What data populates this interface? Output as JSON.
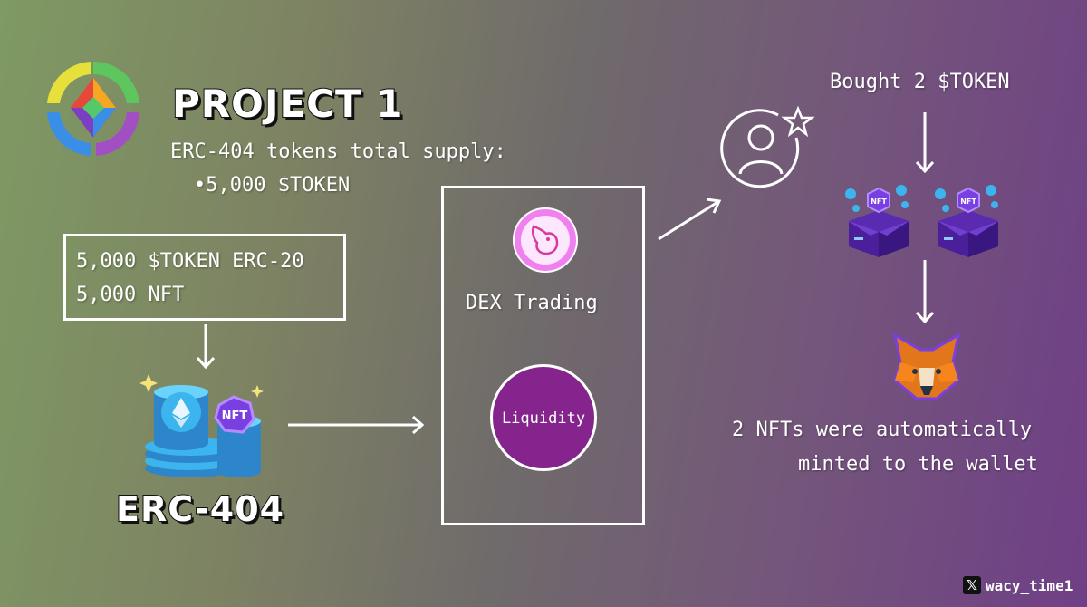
{
  "project": {
    "title": "PROJECT 1",
    "supply_heading": "ERC-404 tokens total supply:",
    "supply_item": "•5,000 $TOKEN"
  },
  "token_box": {
    "line1": "5,000 $TOKEN ERC-20",
    "line2": "5,000 NFT"
  },
  "erc404": {
    "label": "ERC-404"
  },
  "dex": {
    "trading_label": "DEX Trading",
    "liquidity_label": "Liquidity"
  },
  "buyer": {
    "bought_text": "Bought 2 $TOKEN",
    "nft_badge": "NFT",
    "result_line1": "2 NFTs were automatically",
    "result_line2": "minted to the wallet"
  },
  "credit": {
    "handle": "wacy_time1"
  },
  "colors": {
    "liquidity_purple": "#85248c",
    "uniswap_pink": "#f07ff0",
    "nft_purple": "#7a3fe0",
    "coin_blue": "#3cb5ee"
  }
}
